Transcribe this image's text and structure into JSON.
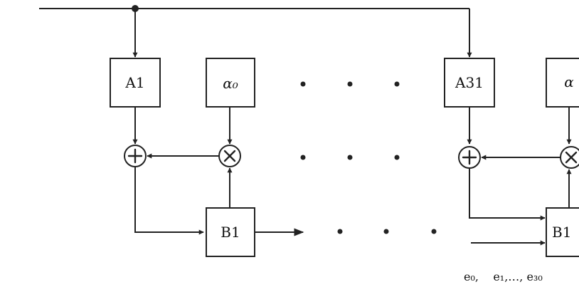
{
  "diagram": {
    "blocks": {
      "a1": "A1",
      "alpha0": "α₀",
      "a31": "A31",
      "alpha_right": "α",
      "b1_left": "B1",
      "b1_right": "B1"
    },
    "operators": {
      "adder": "+",
      "multiplier": "×"
    },
    "input_sequence": "e₀,    e₁,…, e₃₀"
  }
}
